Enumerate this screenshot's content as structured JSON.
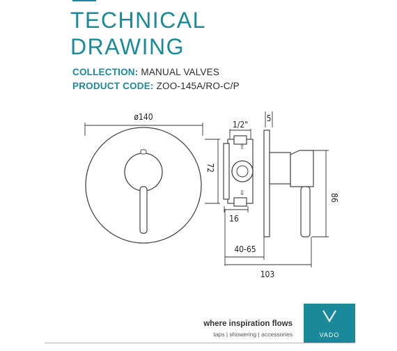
{
  "header": {
    "title_line1": "TECHNICAL",
    "title_line2": "DRAWING",
    "collection_label": "COLLECTION:",
    "collection_value": "MANUAL VALVES",
    "product_code_label": "PRODUCT CODE:",
    "product_code_value": "ZOO-145A/RO-C/P"
  },
  "dimensions": {
    "diameter": "ø140",
    "pipe_size": "1/2\"",
    "plate_thickness": "5",
    "body_height": "72",
    "overall_height": "86",
    "depth_min": "16",
    "depth_range": "40-65",
    "overall_depth": "103"
  },
  "footer": {
    "tagline": "where inspiration flows",
    "subtagline": "taps | showering | accessories",
    "logo_text": "VADO"
  },
  "colors": {
    "brand": "#1a8a9a",
    "text": "#2a2a2a"
  }
}
